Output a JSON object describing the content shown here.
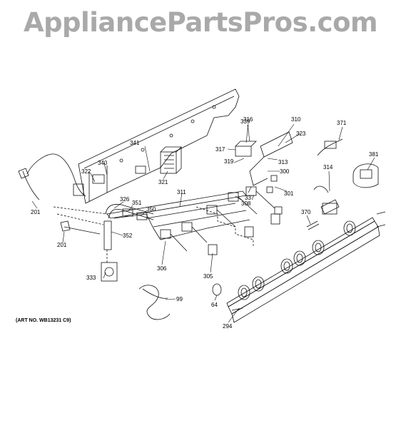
{
  "watermark": "AppliancePartsPros.com",
  "art_number": "(ART NO. WB13231 C9)",
  "parts": [
    "201",
    "201",
    "294",
    "300",
    "301",
    "305",
    "306",
    "308",
    "310",
    "311",
    "313",
    "314",
    "316",
    "317",
    "319",
    "321",
    "322",
    "323",
    "326",
    "333",
    "337",
    "339",
    "340",
    "341",
    "350",
    "351",
    "352",
    "370",
    "371",
    "381",
    "64",
    "99"
  ]
}
